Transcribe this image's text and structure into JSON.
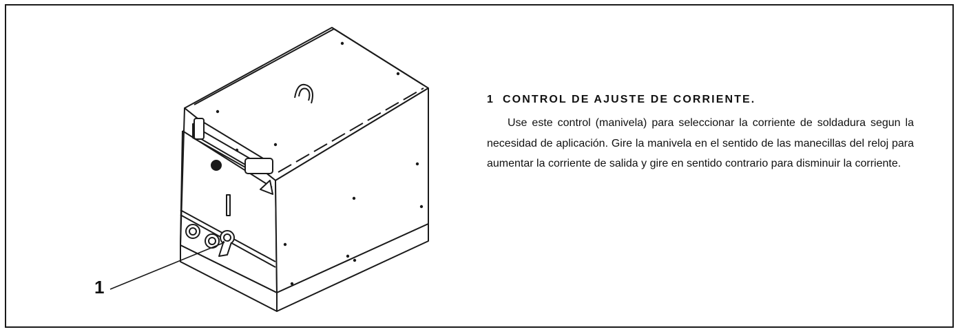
{
  "callout": {
    "number": "1"
  },
  "description": {
    "item_number": "1",
    "heading": "CONTROL DE AJUSTE DE CORRIENTE.",
    "body": "Use este control (manivela) para seleccionar la corriente de soldadura segun la necesidad de aplicación. Gire la manivela en el sentido de las manecillas del reloj para aumentar la corriente de salida y gire en sentido contrario para disminuir la corriente."
  }
}
